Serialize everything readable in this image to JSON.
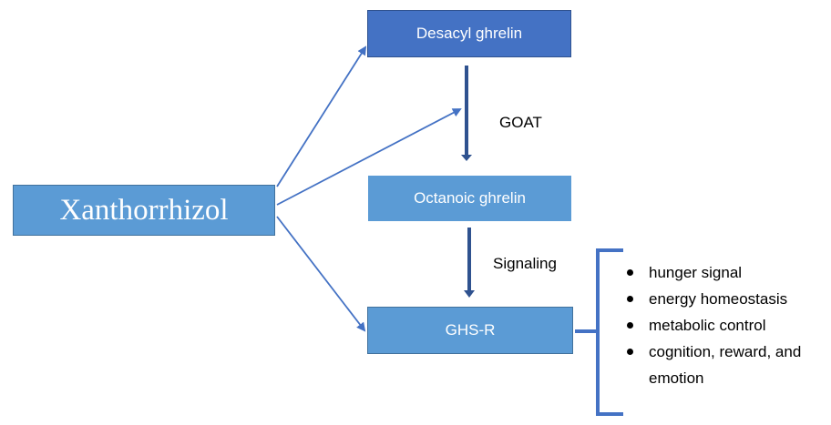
{
  "nodes": {
    "xanthorrhizol": "Xanthorrhizol",
    "desacyl": "Desacyl ghrelin",
    "octanoic": "Octanoic ghrelin",
    "ghsr": "GHS-R"
  },
  "labels": {
    "goat": "GOAT",
    "signaling": "Signaling"
  },
  "outcomes": [
    "hunger signal",
    "energy homeostasis",
    "metabolic control",
    "cognition, reward, and emotion"
  ],
  "colors": {
    "box_dark": "#4472c4",
    "box_light": "#5b9bd5",
    "arrow": "#4472c4",
    "arrow_dark": "#2f528f"
  }
}
